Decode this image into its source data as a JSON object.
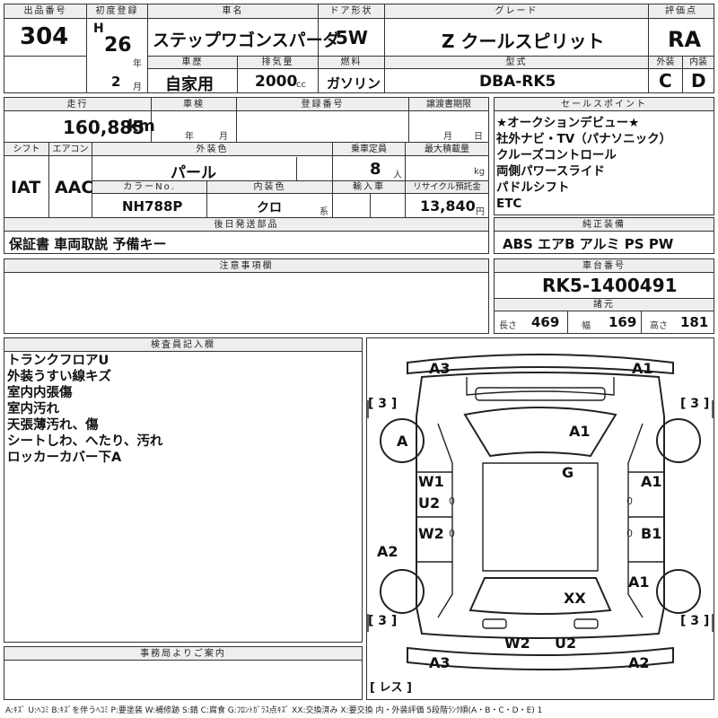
{
  "header": {
    "lot_label": "出品番号",
    "lot": "304",
    "reg_label": "初度登録",
    "era": "H",
    "year": "26",
    "year_unit": "年",
    "month": "2",
    "month_unit": "月",
    "name_label": "車名",
    "name": "ステップワゴンスパーダ",
    "door_label": "ドア形状",
    "door": "5W",
    "grade_label": "グレード",
    "grade": "Z クールスピリット",
    "score_label": "評価点",
    "score": "RA",
    "history_label": "車歴",
    "history": "自家用",
    "cc_label": "排気量",
    "cc": "2000",
    "cc_unit": "cc",
    "fuel_label": "燃料",
    "fuel": "ガソリン",
    "model_label": "型式",
    "model": "DBA-RK5",
    "ext_label": "外装",
    "ext": "C",
    "int_label": "内装",
    "int": "D"
  },
  "row2": {
    "mileage_label": "走行",
    "mileage": "160,885",
    "mileage_unit": "km",
    "inspection_label": "車検",
    "inspection_year": "年",
    "inspection_month": "月",
    "regno_label": "登録番号",
    "transfer_label": "譲渡書期限",
    "transfer_month": "月",
    "transfer_day": "日",
    "shift_label": "シフト",
    "shift": "IAT",
    "ac_label": "エアコン",
    "ac": "AAC",
    "color_label": "外装色",
    "color": "パール",
    "capacity_label": "乗車定員",
    "capacity": "8",
    "capacity_unit": "人",
    "load_label": "最大積載量",
    "load_unit": "kg",
    "colorno_label": "カラーNo.",
    "colorno": "NH788P",
    "intcolor_label": "内装色",
    "intcolor": "クロ",
    "intcolor_unit": "系",
    "import_label": "輸入車",
    "recycle_label": "リサイクル預託金",
    "recycle": "13,840",
    "recycle_unit": "円",
    "later_label": "後日発送部品",
    "later": "保証書 車両取説 予備キー",
    "notes_label": "注意事項欄"
  },
  "sales": {
    "label": "セールスポイント",
    "items": [
      "★オークションデビュー★",
      "社外ナビ・TV（パナソニック）",
      "クルーズコントロール",
      "両側パワースライド",
      "パドルシフト",
      "ETC"
    ]
  },
  "equipment": {
    "label": "純正装備",
    "value": "ABS エアB アルミ PS PW"
  },
  "chassis": {
    "label": "車台番号",
    "value": "RK5-1400491"
  },
  "specs": {
    "label": "諸元",
    "length_label": "長さ",
    "length": "469",
    "width_label": "幅",
    "width": "169",
    "height_label": "高さ",
    "height": "181"
  },
  "inspector": {
    "label": "検査員記入欄",
    "lines": [
      "トランクフロアU",
      "外装うすい線キズ",
      "室内内張傷",
      "室内汚れ",
      "天張薄汚れ、傷",
      "シートしわ、へたり、汚れ",
      "ロッカーカバー下A"
    ]
  },
  "diagram": {
    "marks": [
      "A3",
      "A1",
      "A1",
      "G",
      "W1",
      "U2",
      "A1",
      "W2",
      "B1",
      "A2",
      "A1",
      "XX",
      "W2",
      "U2",
      "A3",
      "A2",
      "A"
    ],
    "tires": [
      "[ 3 ]",
      "[ 3 ]",
      "[ 3 ]",
      "[ 3 ]"
    ],
    "spare": "[ レス ]",
    "zero": "0"
  },
  "office": {
    "label": "事務局よりご案内"
  },
  "legend": "A:ｷｽﾞ U:ﾍｺﾐ B:ｷｽﾞを伴うﾍｺﾐ P:要塗装 W:補修跡 S:錆 C:腐食 G:ﾌﾛﾝﾄｶﾞﾗｽ点ｷｽﾞ XX:交換済み X:要交換 内・外装評価 5段階ﾗﾝｸ順(A・B・C・D・E) 1"
}
